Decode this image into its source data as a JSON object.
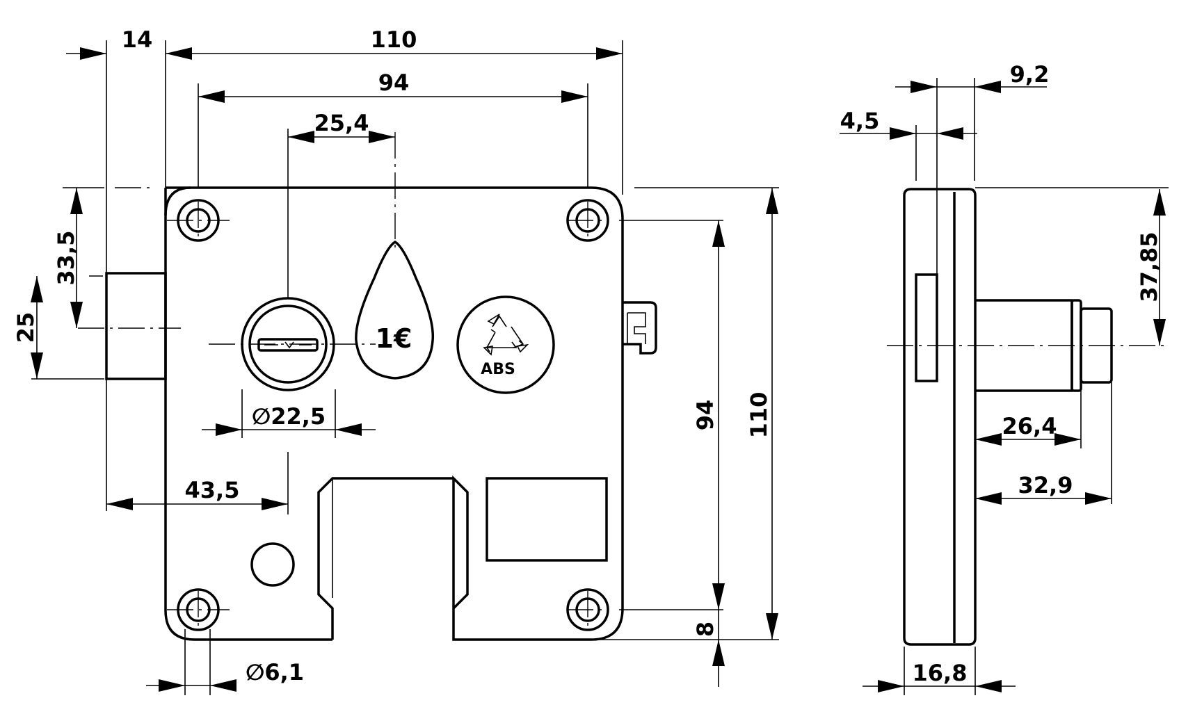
{
  "diagram": {
    "front_view": {
      "dims": {
        "bolt_offset": "14",
        "overall_width": "110",
        "hole_spacing_h": "94",
        "cylinder_offset": "25,4",
        "bolt_center_from_top": "33,5",
        "bolt_height": "25",
        "cylinder_diameter": "∅22,5",
        "cylinder_from_bolt": "43,5",
        "hole_diameter": "∅6,1",
        "hole_spacing_v": "94",
        "overall_height": "110",
        "hole_from_bottom": "8"
      },
      "coin_label": "1€",
      "material_label": "ABS"
    },
    "side_view": {
      "dims": {
        "offset_top": "9,2",
        "offset_small": "4,5",
        "center_height": "37,85",
        "bolt_length_1": "26,4",
        "bolt_length_2": "32,9",
        "body_depth": "16,8"
      }
    }
  }
}
